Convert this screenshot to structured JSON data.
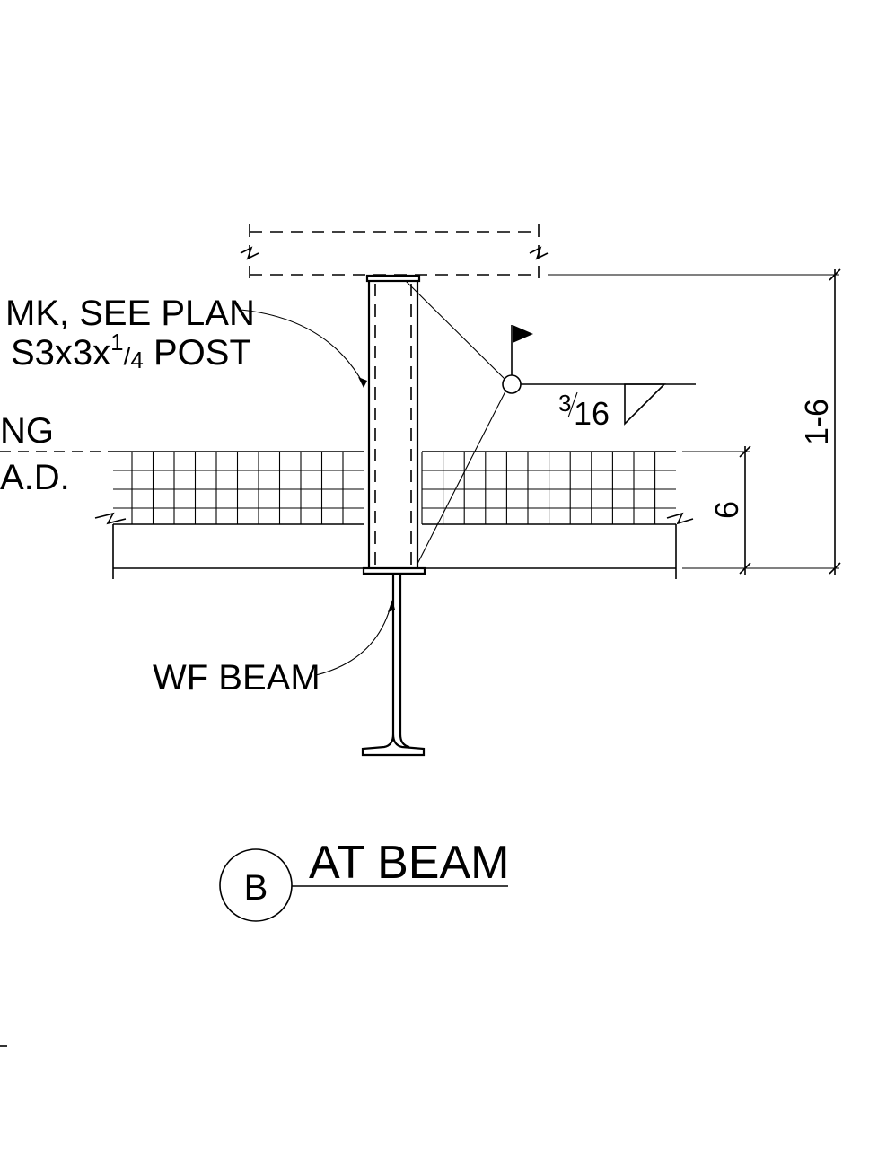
{
  "labels": {
    "mk_see_plan": "MK, SEE PLAN",
    "post_prefix": "S3x3x",
    "post_frac_num": "1",
    "post_frac_den": "4",
    "post_suffix": " POST",
    "grating_partial": "NG",
    "grating_partial2": "A.D.",
    "weld_num": "3",
    "weld_den": "16",
    "wf_beam": "WF BEAM",
    "dim_overall": "1-6",
    "dim_grating": "6"
  },
  "title_block": {
    "marker": "B",
    "title": "AT BEAM"
  }
}
